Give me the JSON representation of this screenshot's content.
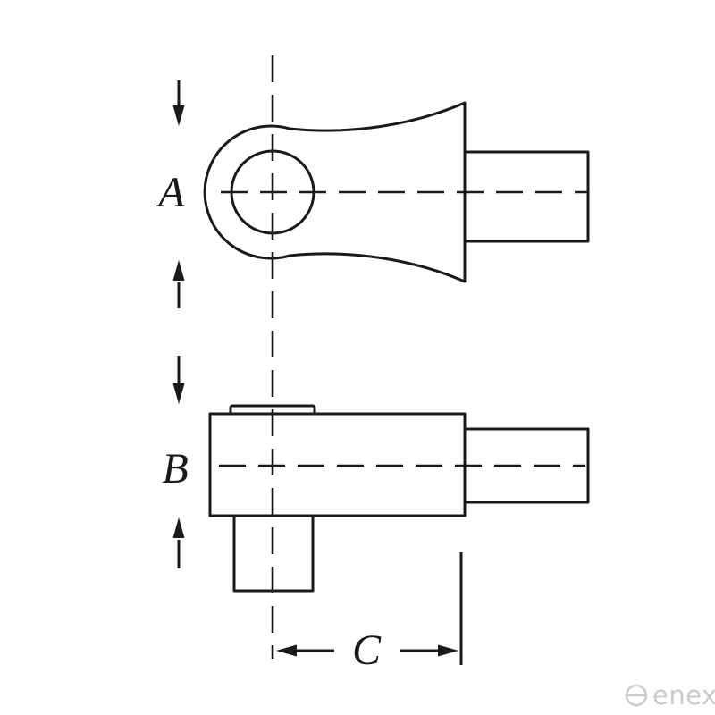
{
  "page": {
    "background": "#ffffff"
  },
  "diagram": {
    "type": "technical-drawing",
    "views": [
      "top-view",
      "side-view"
    ],
    "labels": {
      "dim_a": "A",
      "dim_b": "B",
      "dim_c": "C"
    },
    "colors": {
      "line": "#1a1a1a",
      "fill": "#ffffff",
      "watermark": "#cccccc"
    }
  },
  "watermark": {
    "brand": "enex"
  }
}
